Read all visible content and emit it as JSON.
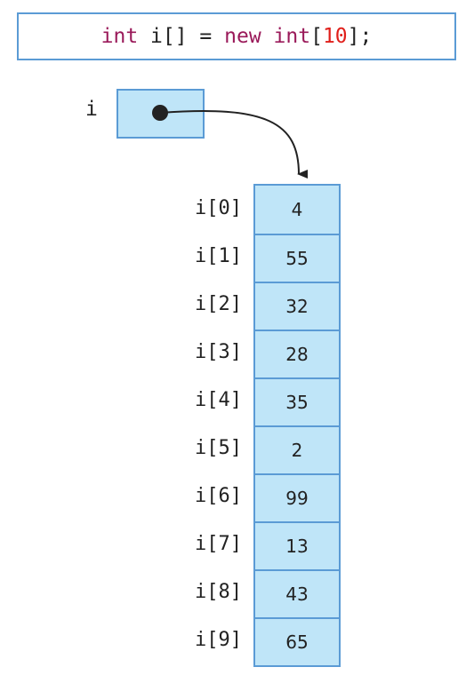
{
  "code": {
    "kw_type": "int",
    "decl": " i[] = ",
    "kw_new": "new",
    "space": " ",
    "kw_type2": "int",
    "open": "[",
    "size": "10",
    "close": "];"
  },
  "variable": {
    "name": "i"
  },
  "array": {
    "indices": [
      "i[0]",
      "i[1]",
      "i[2]",
      "i[3]",
      "i[4]",
      "i[5]",
      "i[6]",
      "i[7]",
      "i[8]",
      "i[9]"
    ],
    "values": [
      "4",
      "55",
      "32",
      "28",
      "35",
      "2",
      "99",
      "13",
      "43",
      "65"
    ]
  },
  "colors": {
    "keyword": "#9a1a5a",
    "number": "#e0201b",
    "cell_fill": "#bfe5f8",
    "border": "#5b9bd5"
  }
}
